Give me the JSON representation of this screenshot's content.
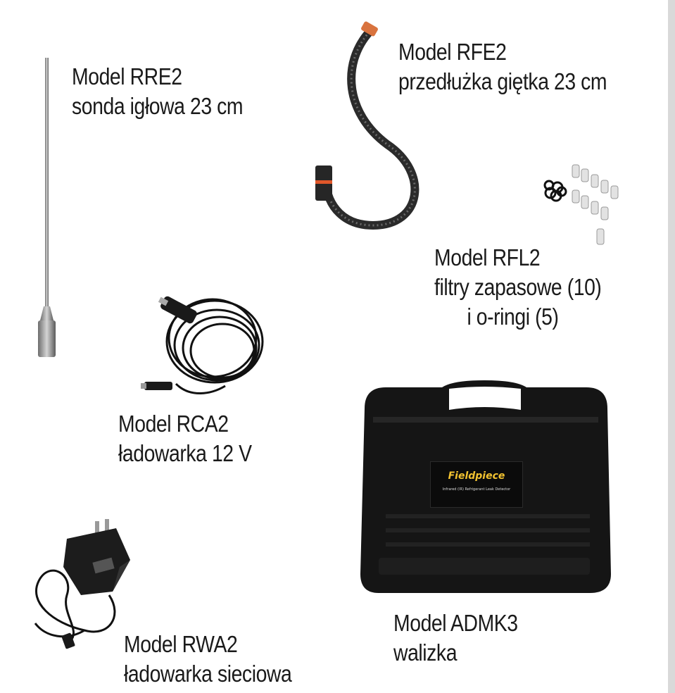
{
  "products": [
    {
      "id": "rre2",
      "model": "Model RRE2",
      "description": "sonda igłowa 23 cm"
    },
    {
      "id": "rfe2",
      "model": "Model RFE2",
      "description": "przedłużka giętka 23 cm"
    },
    {
      "id": "rfl2",
      "model": "Model RFL2",
      "description": "filtry zapasowe (10)",
      "description2": "i o-ringi (5)"
    },
    {
      "id": "rca2",
      "model": "Model RCA2",
      "description": "ładowarka 12 V"
    },
    {
      "id": "admk3",
      "model": "Model ADMK3",
      "description": "walizka",
      "case_brand": "Fieldpiece",
      "case_subtitle": "Infrared (IR) Refrigerant Leak Detector"
    },
    {
      "id": "rwa2",
      "model": "Model RWA2",
      "description": "ładowarka sieciowa"
    }
  ],
  "colors": {
    "text": "#1a1a1a",
    "case": "#151515",
    "accent": "#e0572a",
    "brand": "#f2c230"
  }
}
